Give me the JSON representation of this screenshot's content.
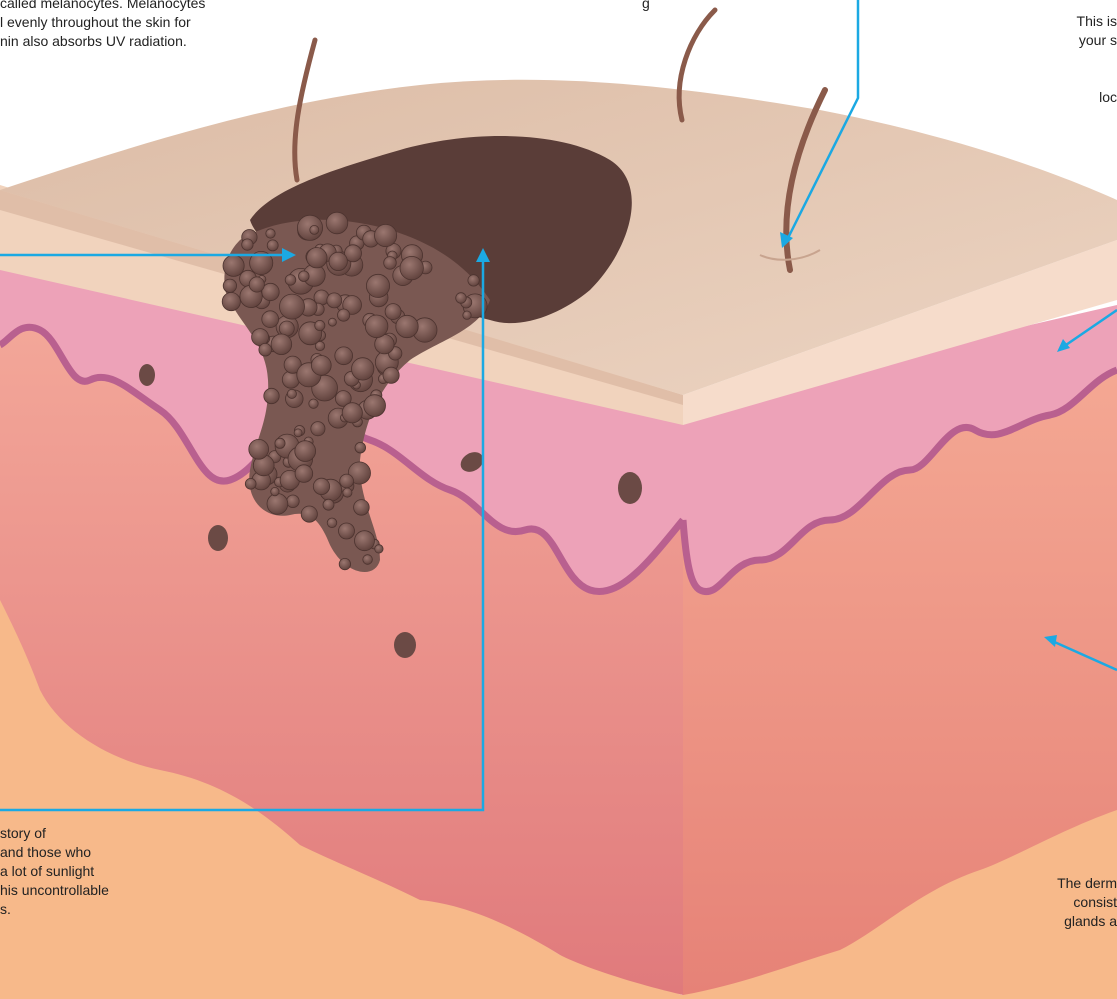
{
  "annotations": {
    "top_left": [
      "called melanocytes. Melanocytes",
      "l evenly throughout the skin for",
      "nin also absorbs UV radiation."
    ],
    "top_center": [
      "g"
    ],
    "top_right": [
      "This is",
      "your s",
      "",
      "loc"
    ],
    "bottom_left": [
      "story of",
      "and those who",
      "a lot of sunlight",
      "his uncontrollable",
      "s."
    ],
    "bottom_right": [
      "The derm",
      "consist",
      "glands a"
    ]
  },
  "colors": {
    "epidermis_top": "#e6c8b3",
    "epidermis_side": "#f1d3bd",
    "pink_layer": "#eda2b8",
    "basement_line": "#b9608f",
    "dermis": "#f2a294",
    "fat": "#f7b98a",
    "lesion": "#5a3d38",
    "lesion_cells": "#7a5852",
    "hair": "#8a5a4a",
    "leader": "#1ba9e3"
  }
}
